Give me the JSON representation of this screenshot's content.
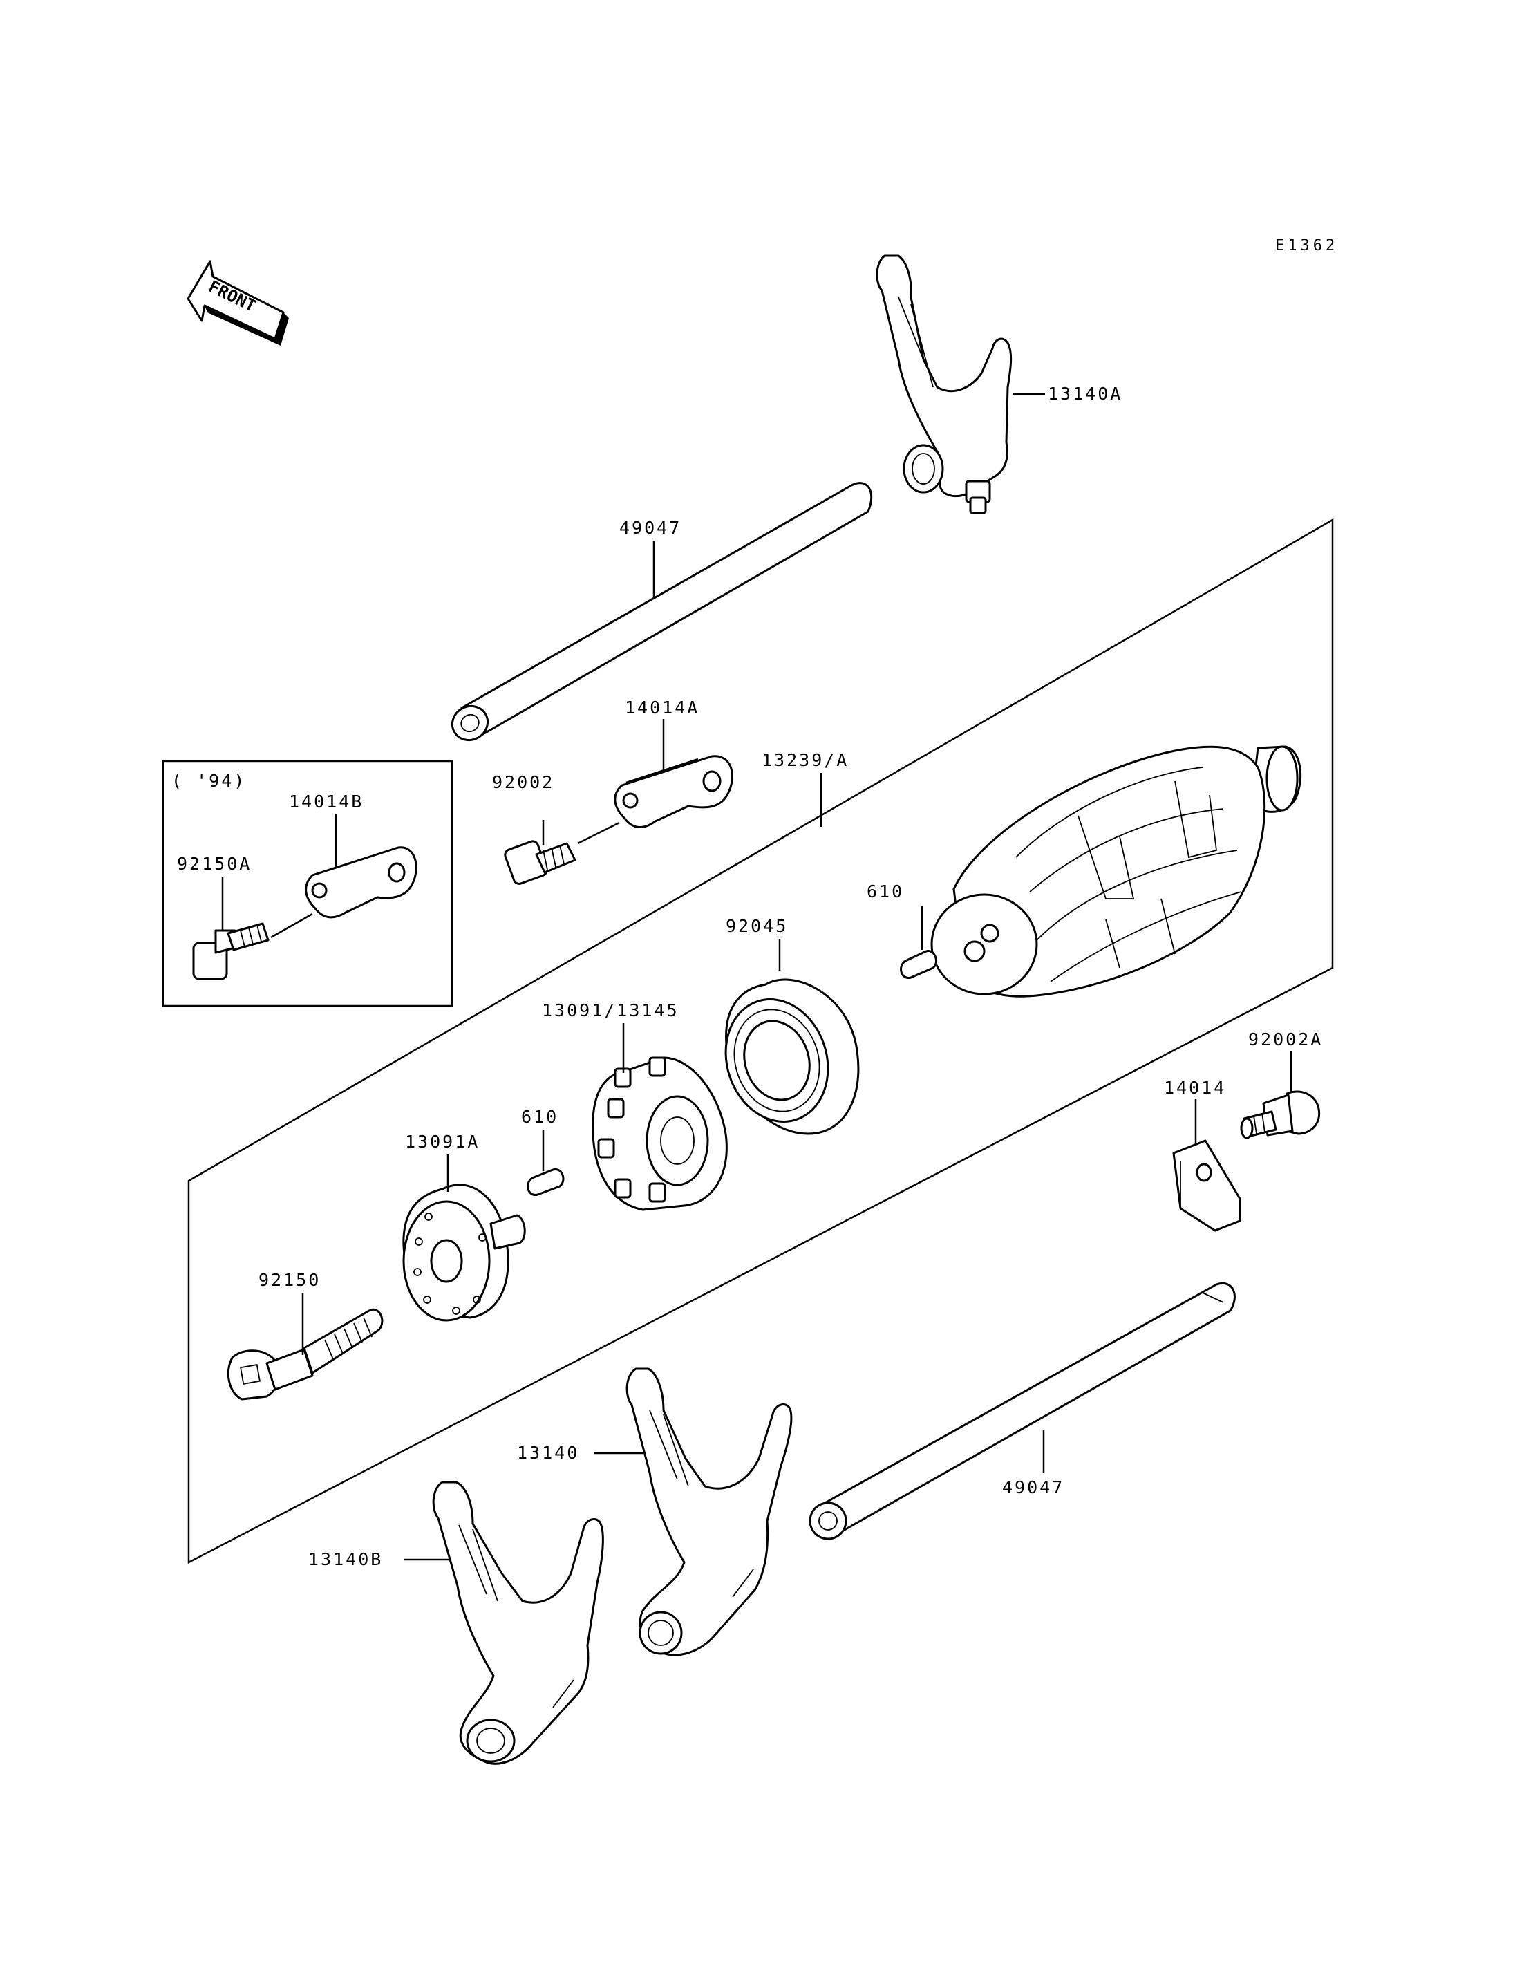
{
  "diagram": {
    "ref_code": "E1362",
    "front_label": "FRONT",
    "inset_label": "( '94)",
    "parts": {
      "p13140A": "13140A",
      "p49047_top": "49047",
      "p14014A": "14014A",
      "p13239A": "13239/A",
      "p92002": "92002",
      "p14014B": "14014B",
      "p92150A": "92150A",
      "p610_upper": "610",
      "p92045": "92045",
      "p13091_13145": "13091/13145",
      "p610_lower": "610",
      "p13091A": "13091A",
      "p92002A": "92002A",
      "p14014": "14014",
      "p92150": "92150",
      "p13140": "13140",
      "p49047_bottom": "49047",
      "p13140B": "13140B"
    }
  }
}
